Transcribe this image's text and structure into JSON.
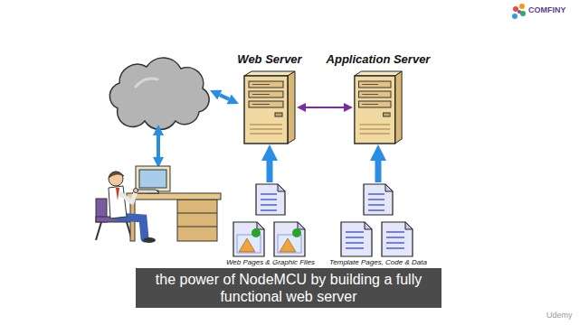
{
  "diagram": {
    "caption": "the power of NodeMCU by building a fully functional web server",
    "nodes": [
      {
        "text": [
          "Web Server"
        ]
      },
      {
        "text": [
          "Application Server"
        ]
      },
      {
        "text": [
          "Web Pages & Graphic Files"
        ]
      },
      {
        "text": [
          "Template Pages, Code & Data"
        ]
      }
    ],
    "edges": [
      {
        "from": 0,
        "to": 1,
        "arrow": "both"
      },
      {
        "from": 2,
        "to": 0,
        "arrow": "to"
      },
      {
        "from": 3,
        "to": 1,
        "arrow": "to"
      }
    ],
    "labels": [
      "COMFINY",
      "Udemy"
    ]
  }
}
